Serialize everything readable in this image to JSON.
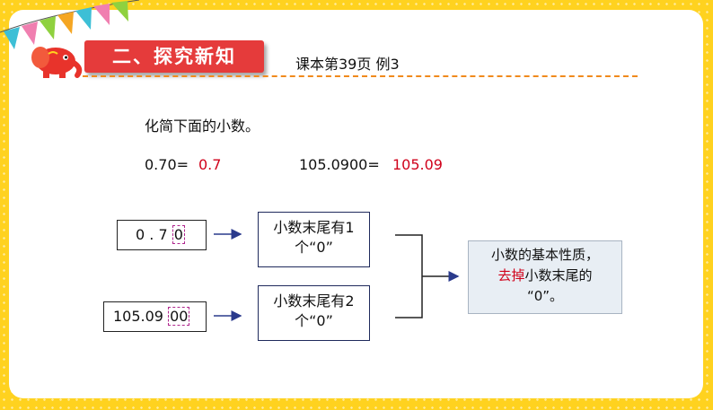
{
  "header": {
    "section_title": "二、探究新知",
    "page_reference": "课本第39页 例3"
  },
  "problem": {
    "prompt": "化简下面的小数。",
    "example1": {
      "original": "0.70=",
      "answer": "0.7"
    },
    "example2": {
      "original": "105.0900=",
      "answer": "105.09"
    }
  },
  "diagram": {
    "number1": {
      "main": "0 . 7 ",
      "trailing": "0"
    },
    "number2": {
      "main": "105.09 ",
      "trailing": "00"
    },
    "note1": {
      "line1": "小数末尾有1",
      "line2": "个“0”"
    },
    "note2": {
      "line1": "小数末尾有2",
      "line2": "个“0”"
    },
    "conclusion": {
      "line1": "小数的基本性质，",
      "line2_highlight": "去掉",
      "line2_rest": "小数末尾的",
      "line3": "“0”。"
    }
  },
  "colors": {
    "background": "#FFD21F",
    "title_red": "#E53B3B",
    "answer_red": "#D0021B",
    "dash_orange": "#F08A1C",
    "arrow_blue": "#2A3A8C"
  },
  "icons": [
    "bunting-flags-icon",
    "elephant-mascot-icon"
  ]
}
